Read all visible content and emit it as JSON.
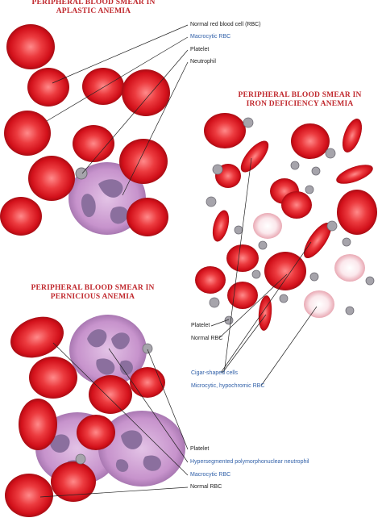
{
  "panels": {
    "aplastic": {
      "title_line1": "PERIPHERAL BLOOD SMEAR IN",
      "title_line2": "APLASTIC ANEMIA",
      "labels": {
        "normal_rbc": "Normal red blood cell (RBC)",
        "macrocytic_rbc": "Macrocytic RBC",
        "platelet": "Platelet",
        "neutrophil": "Neutrophil"
      }
    },
    "iron": {
      "title_line1": "PERIPHERAL BLOOD SMEAR IN",
      "title_line2": "IRON DEFICIENCY ANEMIA",
      "labels": {
        "platelet": "Platelet",
        "normal_rbc": "Normal RBC",
        "cigar_cells": "Cigar-shaped cells",
        "microcytic": "Microcytic, hypochromic RBC"
      }
    },
    "pernicious": {
      "title_line1": "PERIPHERAL BLOOD SMEAR IN",
      "title_line2": "PERNICIOUS ANEMIA",
      "labels": {
        "platelet": "Platelet",
        "hyperseg": "Hypersegmented polymorphonuclear neutrophil",
        "macrocytic_rbc": "Macrocytic RBC",
        "normal_rbc": "Normal RBC"
      }
    }
  },
  "colors": {
    "title": "#c0282d",
    "label_blue": "#2f5fa8",
    "rbc": "#d8141e",
    "rbc_pale": "#f7c9cf",
    "neutrophil": "#c99ad0",
    "nucleus": "#8b6f9e"
  }
}
